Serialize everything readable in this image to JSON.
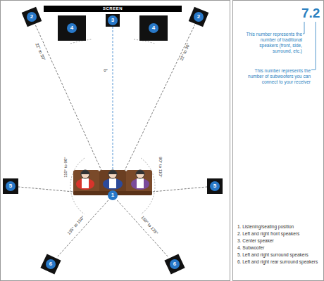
{
  "diagram": {
    "nodes": [
      {
        "text": [
          "SCREEN"
        ]
      },
      {
        "text": [
          "2"
        ]
      },
      {
        "text": [
          "4"
        ]
      },
      {
        "text": [
          "3"
        ]
      },
      {
        "text": [
          "4"
        ]
      },
      {
        "text": [
          "2"
        ]
      },
      {
        "text": [
          "5"
        ]
      },
      {
        "text": [
          "1"
        ]
      },
      {
        "text": [
          "5"
        ]
      },
      {
        "text": [
          "6"
        ]
      },
      {
        "text": [
          "6"
        ]
      },
      {
        "text": [
          "7.2",
          "This number represents the number of traditional speakers (front, side, surround, etc.)",
          "This number represents the number of subwoofers you can connect to your receiver",
          "1. Listening/seating position",
          "2. Left and right front speakers",
          "3. Center speaker",
          "4. Subwoofer",
          "5. Left and right surround speakers",
          "6. Left and right rear surround speakers"
        ]
      }
    ],
    "edges": [
      {
        "from": 7,
        "to": 1,
        "arrow": "none"
      },
      {
        "from": 7,
        "to": 3,
        "arrow": "none"
      },
      {
        "from": 7,
        "to": 5,
        "arrow": "none"
      },
      {
        "from": 7,
        "to": 6,
        "arrow": "none"
      },
      {
        "from": 7,
        "to": 8,
        "arrow": "none"
      },
      {
        "from": 7,
        "to": 9,
        "arrow": "none"
      },
      {
        "from": 7,
        "to": 10,
        "arrow": "none"
      }
    ],
    "labels": [
      "0°",
      "22° to 30°",
      "22° to 30°",
      "110° to 90°",
      "90° to 110°",
      "135° to 150°",
      "150° to 135°"
    ]
  }
}
